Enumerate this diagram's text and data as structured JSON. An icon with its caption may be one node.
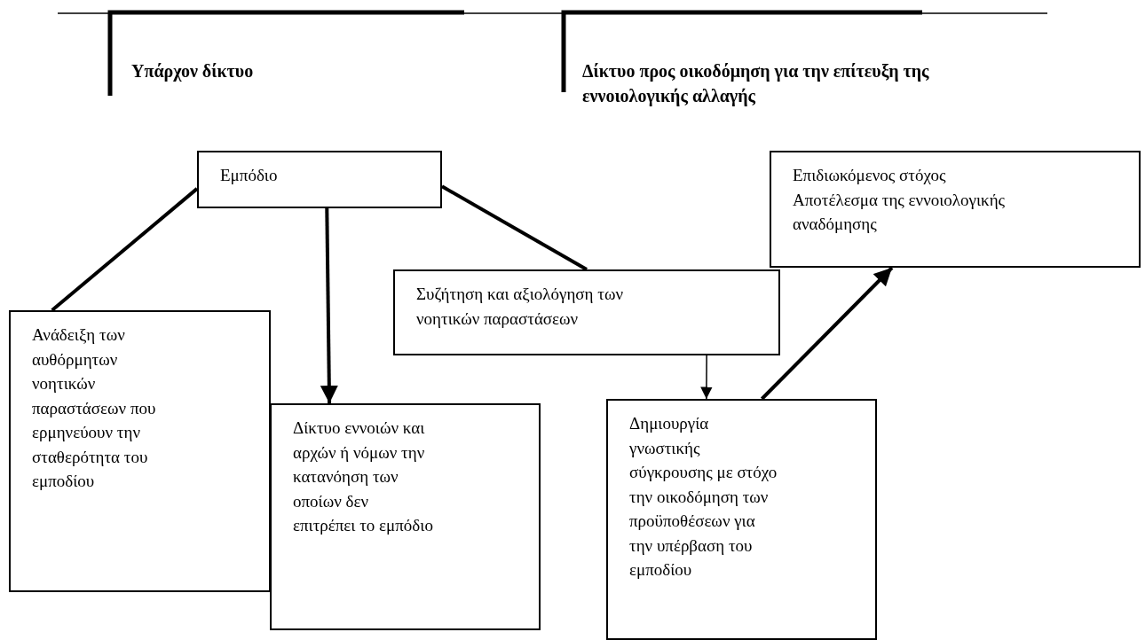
{
  "diagram": {
    "nodes": [
      {
        "text": [
          "Εμπόδιο"
        ]
      },
      {
        "text": [
          "Ανάδειξη των αυθόρμητων νοητικών παραστάσεων που ερμηνεύουν την σταθερότητα του εμποδίου"
        ]
      },
      {
        "text": [
          "Δίκτυο εννοιών και αρχών ή νόμων την κατανόηση των οποίων δεν επιτρέπει το εμπόδιο"
        ]
      },
      {
        "text": [
          "Συζήτηση και αξιολόγηση των νοητικών παραστάσεων"
        ]
      },
      {
        "text": [
          "Δημιουργία γνωστικής σύγκρουσης με στόχο την οικοδόμηση των προϋποθέσεων για την υπέρβαση του εμποδίου"
        ]
      },
      {
        "text": [
          "Επιδιωκόμενος στόχος",
          "Αποτέλεσμα της εννοιολογικής αναδόμησης"
        ]
      }
    ],
    "edges": [
      {
        "from": 0,
        "to": 1,
        "arrow": "none"
      },
      {
        "from": 0,
        "to": 2,
        "arrow": "to"
      },
      {
        "from": 0,
        "to": 3,
        "arrow": "none"
      },
      {
        "from": 3,
        "to": 4,
        "arrow": "to"
      },
      {
        "from": 4,
        "to": 5,
        "arrow": "to"
      }
    ],
    "labels": [
      "Υπάρχον δίκτυο",
      "Δίκτυο προς οικοδόμηση για την επίτευξη της εννοιολογικής αλλαγής"
    ]
  }
}
